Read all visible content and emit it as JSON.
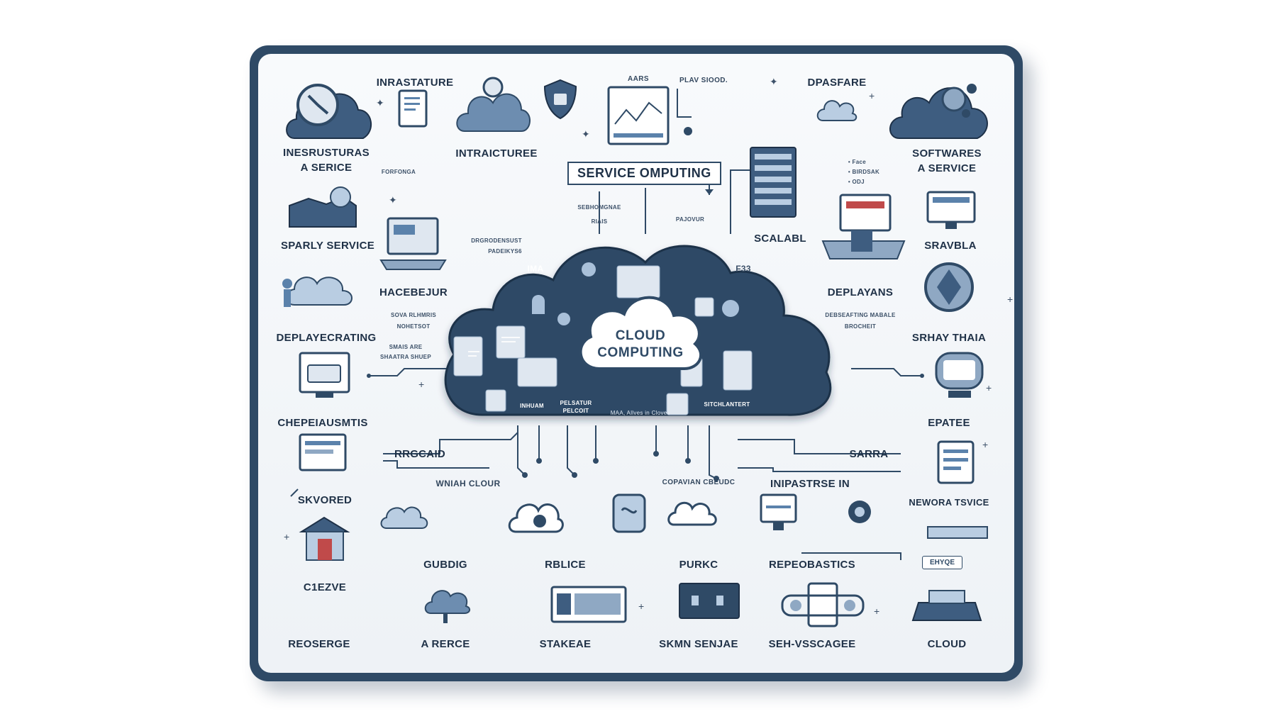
{
  "labels": {
    "infrastructure_top": "INRASTATURE",
    "infrastructure_service": "INESRUSTURAS\nA SERICE",
    "infracturee": "INTRAICTUREE",
    "service_computing": "SERVICE OMPUTING",
    "aars": "AARS",
    "plav_sooo": "PLAV SIOOD.",
    "dpasfare": "DPASFARE",
    "softwares": "SOFTWARES\nA SERVICE",
    "forfonga": "FORFONGA",
    "sebhomgnae": "SEBHOMGNAE",
    "riais": "RIAIS",
    "dpgrodensust": "DRGRODENSUST",
    "padeiixys": "PADEIKYS6",
    "pajovur": "PAJOVUR",
    "scalabl": "SCALABL",
    "face_list": "• Face\n• BIRDSAK\n• ODJ",
    "sparly": "SPARLY SERVICE",
    "sravbla": "SRAVBLA",
    "hacebeuir": "HACEBEJUR",
    "sova": "SOVA RLHMRIS\nNOHETSOT",
    "deplayans": "DEPLAYANS",
    "debseafting": "DEBSEAFTING MABALE\nBROCHEIT",
    "deplaye": "DEPLAYECRATING",
    "smais": "SMAIS ARE\nSHAATRA SHUEP",
    "srhay": "SRHAY THAIA",
    "cloud_line1": "CLOUD",
    "cloud_line2": "COMPUTING",
    "ima": "IMA",
    "f33": "F33",
    "inhuam": "INHUAM",
    "pelcoit": "PELSATUR\nPELCOIT",
    "maa_alves": "MAA, Allves in Clovee",
    "sitchart": "SITCHLANTERT",
    "chepeiau": "CHEPEIAUSMTIS",
    "epatee": "EPATEE",
    "rrgcaid": "RRGCAID",
    "sarra": "SARRA",
    "skvored": "SKVORED",
    "wnian": "WNIAH CLOUR",
    "copavian": "COPAVIAN CBEUDC",
    "inipastrse": "INIPASTRSE IN",
    "newora": "NEWORA TSVICE",
    "ehyqe": "EHYQE",
    "c1ezve": "C1EZVE",
    "gubdig": "GUBDIG",
    "rblice": "RBLICE",
    "purkc": "PURKC",
    "repeobastics": "REPEOBASTICS",
    "reoserge": "REOSERGE",
    "arerce": "A RERCE",
    "stakeae": "STAKEAE",
    "skmin": "SKMN SENJAE",
    "seh": "SEH-VSSCAGEE",
    "cloud_bottom": "CLOUD"
  },
  "colors": {
    "primary": "#2f4a66",
    "accent": "#5b82ab",
    "light": "#b9cde2",
    "bg": "#f2f5f8"
  }
}
